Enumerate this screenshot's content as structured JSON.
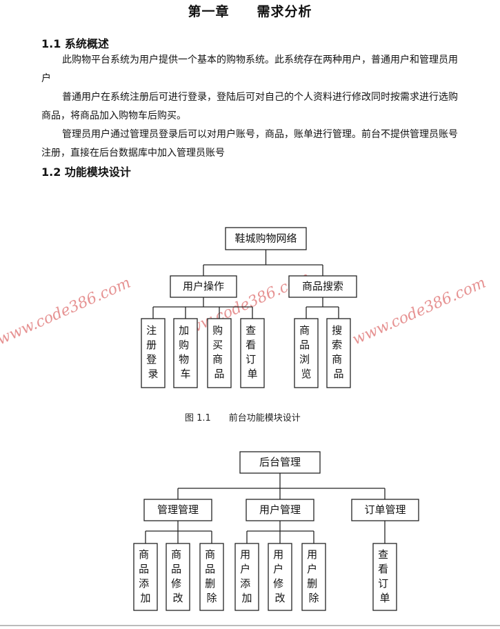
{
  "document": {
    "chapter_title": "第一章　　需求分析",
    "section1_title": "1.1 系统概述",
    "section1_paragraphs": [
      "此购物平台系统为用户提供一个基本的购物系统。此系统存在两种用户，普通用户和管理员用户",
      "普通用户在系统注册后可进行登录，登陆后可对自己的个人资料进行修改同时按需求进行选购商品，将商品加入购物车后购买。",
      "管理员用户通过管理员登录后可以对用户账号，商品，账单进行管理。前台不提供管理员账号注册，直接在后台数据库中加入管理员账号"
    ],
    "section2_title": "1.2 功能模块设计"
  },
  "diagram1": {
    "root": "鞋城购物网络",
    "groups": [
      {
        "label": "用户操作",
        "children": [
          "注册登录",
          "加购物车",
          "购买商品",
          "查看订单"
        ]
      },
      {
        "label": "商品搜索",
        "children": [
          "商品浏览",
          "搜索商品"
        ]
      }
    ],
    "caption": "图 1.1　　前台功能模块设计"
  },
  "diagram2": {
    "root": "后台管理",
    "groups": [
      {
        "label": "管理管理",
        "children": [
          "商品添加",
          "商品修改",
          "商品删除"
        ]
      },
      {
        "label": "用户管理",
        "children": [
          "用户添加",
          "用户修改",
          "用户删除"
        ]
      },
      {
        "label": "订单管理",
        "children": [
          "查看订单"
        ]
      }
    ]
  },
  "watermark": "www.code386.com"
}
